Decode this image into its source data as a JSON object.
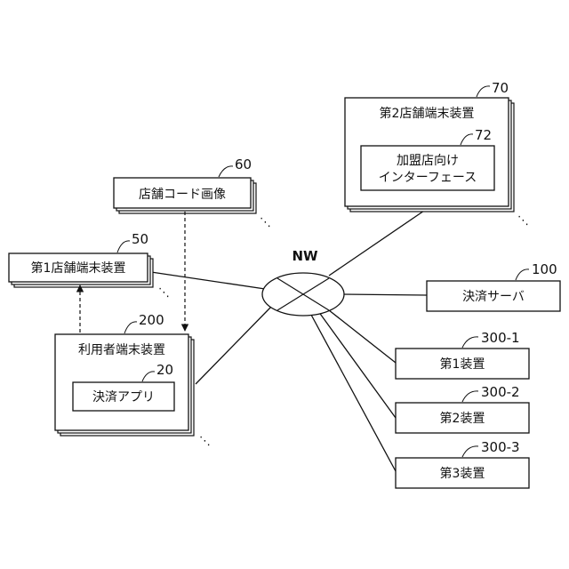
{
  "network": {
    "label": "NW"
  },
  "store_terminal_1": {
    "label": "第1店舗端末装置",
    "ref": "50"
  },
  "store_terminal_2": {
    "label": "第2店舗端末装置",
    "ref": "70",
    "interface": {
      "line1": "加盟店向け",
      "line2": "インターフェース",
      "ref": "72"
    }
  },
  "store_code_image": {
    "label": "店舗コード画像",
    "ref": "60"
  },
  "user_terminal": {
    "label": "利用者端末装置",
    "ref": "200",
    "app": {
      "label": "決済アプリ",
      "ref": "20"
    }
  },
  "payment_server": {
    "label": "決済サーバ",
    "ref": "100"
  },
  "devices": [
    {
      "label": "第1装置",
      "ref": "300-1"
    },
    {
      "label": "第2装置",
      "ref": "300-2"
    },
    {
      "label": "第3装置",
      "ref": "300-3"
    }
  ],
  "ellipsis": "⋱"
}
